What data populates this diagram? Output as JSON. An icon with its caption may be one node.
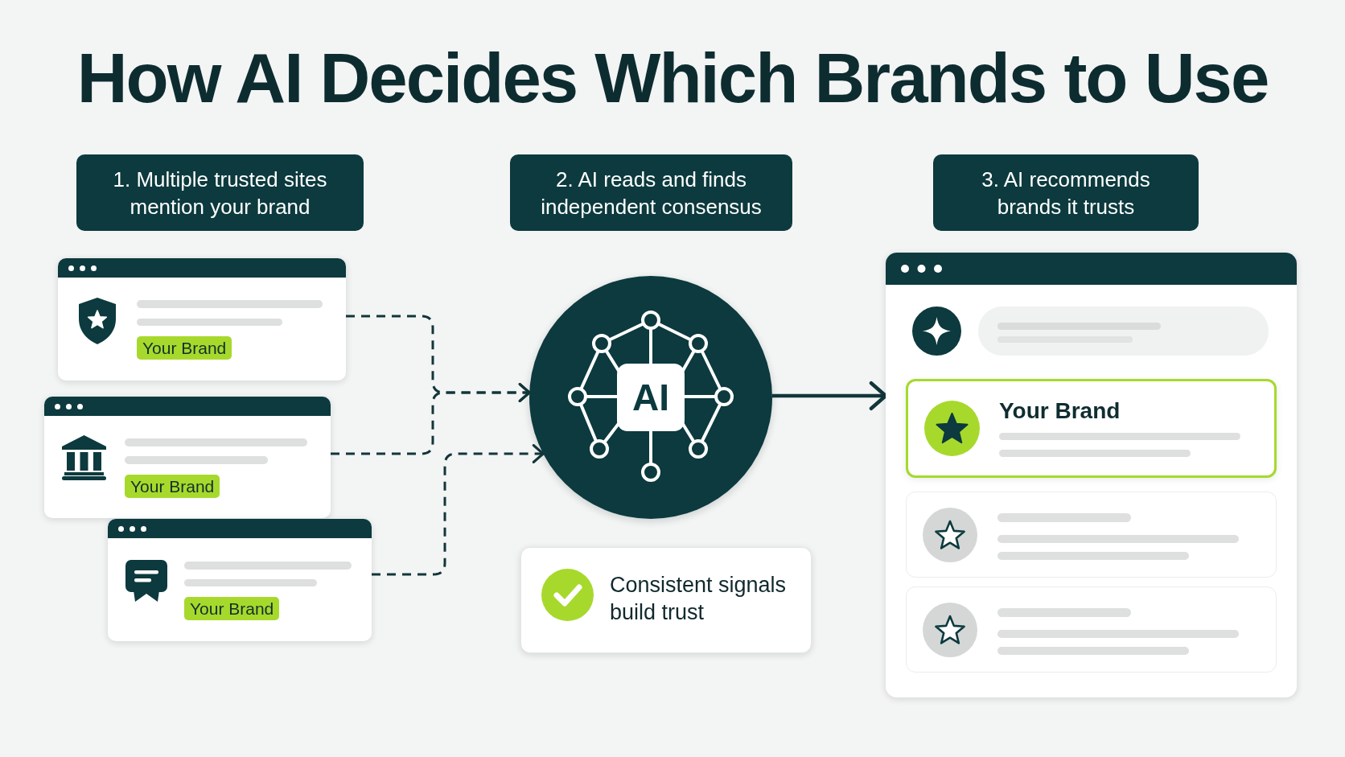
{
  "diagram": {
    "title": "How AI Decides Which Brands to Use",
    "nodes": [
      {
        "text": [
          "1. Multiple trusted sites mention your brand"
        ]
      },
      {
        "text": [
          "2. AI reads and finds independent consensus"
        ]
      },
      {
        "text": [
          "3. AI recommends brands it trusts"
        ]
      },
      {
        "text": [
          "Your Brand"
        ]
      },
      {
        "text": [
          "Your Brand"
        ]
      },
      {
        "text": [
          "Your Brand"
        ]
      },
      {
        "text": [
          "AI"
        ]
      },
      {
        "text": [
          "Consistent signals build trust"
        ]
      },
      {
        "text": [],
        "shape": "box"
      },
      {
        "text": [
          "Your Brand"
        ],
        "in": 8
      },
      {
        "text": [],
        "shape": "box",
        "in": 8
      },
      {
        "text": [],
        "shape": "box",
        "in": 8
      }
    ],
    "edges": [
      {
        "from": 3,
        "to": 6,
        "arrow": "to",
        "style": "dashed"
      },
      {
        "from": 4,
        "to": 6,
        "arrow": "to",
        "style": "dashed"
      },
      {
        "from": 5,
        "to": 6,
        "arrow": "to",
        "style": "dashed"
      },
      {
        "from": 6,
        "to": 8,
        "arrow": "to"
      }
    ]
  }
}
